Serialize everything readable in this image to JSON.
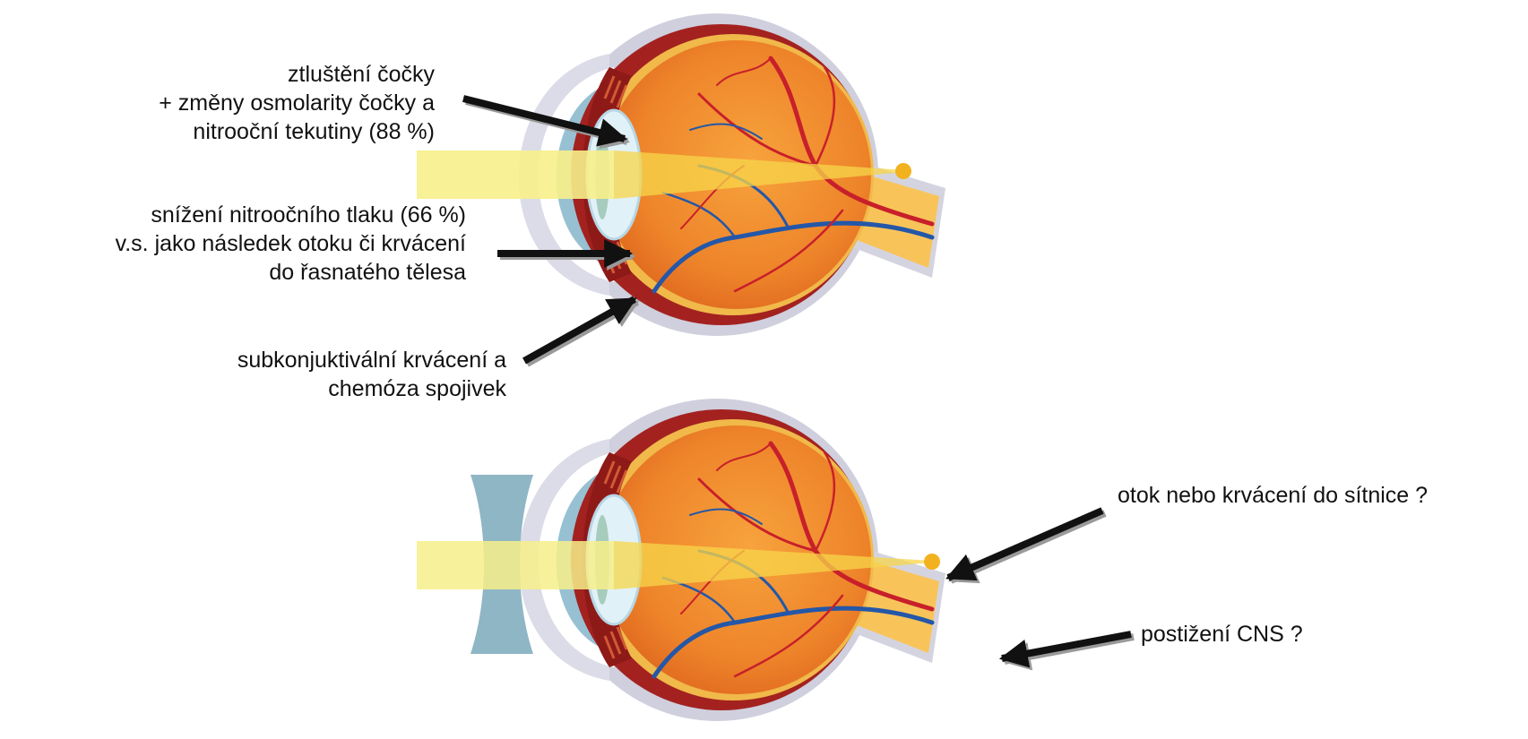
{
  "colors": {
    "sclera": "#c9c9d9",
    "eyeball_outer": "#9c1e1b",
    "eyeball_inner": "#ee8a2a",
    "vitreous_core": "#f6a13c",
    "retina_band": "#f3be4a",
    "cornea": "#96bfd0",
    "lens": "#deeff6",
    "light_beam": "#f6f08c",
    "artery": "#c8202a",
    "vein": "#2457a8",
    "optic_nerve": "#f8c45a",
    "corrective_lens": "#8fb6c4",
    "arrow": "#111111",
    "arrow_shadow": "#9a9a9a"
  },
  "labels": {
    "lens_change": [
      "ztluštění čočky",
      "+ změny osmolarity čočky a",
      "nitrooční tekutiny (88 %)"
    ],
    "pressure": [
      "snížení nitroočního tlaku (66 %)",
      "v.s. jako následek otoku či krvácení",
      "do řasnatého tělesa"
    ],
    "subconj": [
      "subkonjuktivální krvácení a",
      "chemóza spojivek"
    ],
    "retina": [
      "otok nebo krvácení do sítnice ?"
    ],
    "cns": [
      "postižení CNS ?"
    ]
  }
}
